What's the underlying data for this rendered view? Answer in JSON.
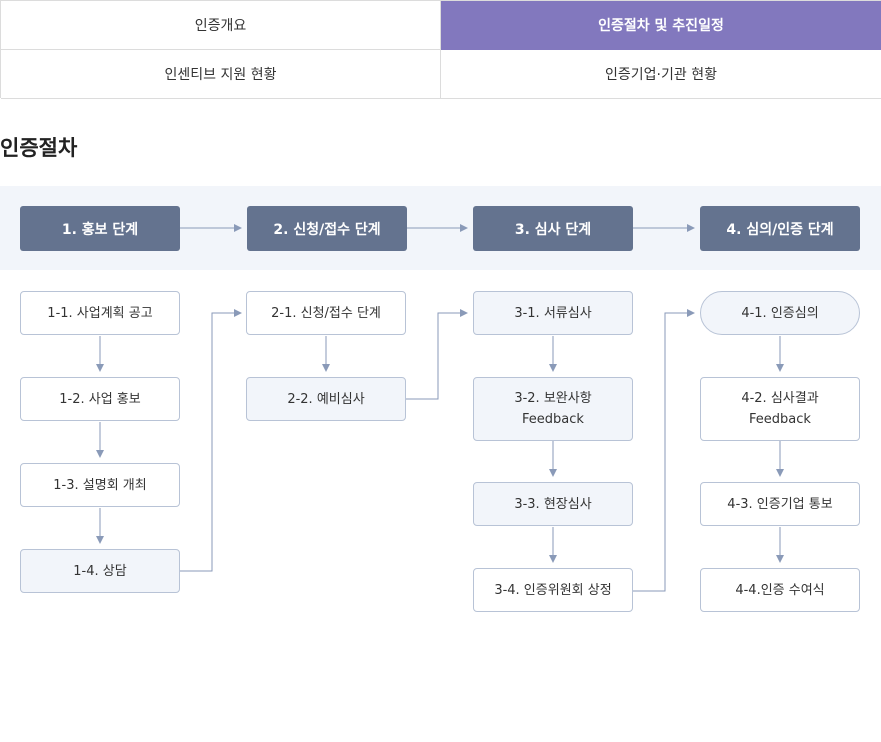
{
  "tabs": [
    {
      "label": "인증개요",
      "active": false
    },
    {
      "label": "인증절차 및 추진일정",
      "active": true
    },
    {
      "label": "인센티브 지원 현황",
      "active": false
    },
    {
      "label": "인증기업·기관 현황",
      "active": false
    }
  ],
  "section_title": "인증절차",
  "stages": [
    "1. 홍보 단계",
    "2. 신청/접수 단계",
    "3. 심사 단계",
    "4. 심의/인증 단계"
  ],
  "steps": {
    "s1_1": "1-1. 사업계획 공고",
    "s1_2": "1-2. 사업 홍보",
    "s1_3": "1-3. 설명회 개최",
    "s1_4": "1-4. 상담",
    "s2_1": "2-1. 신청/접수 단계",
    "s2_2": "2-2. 예비심사",
    "s3_1": "3-1. 서류심사",
    "s3_2": {
      "line1": "3-2. 보완사항",
      "line2": "Feedback"
    },
    "s3_3": "3-3. 현장심사",
    "s3_4": "3-4. 인증위원회 상정",
    "s4_1": "4-1. 인증심의",
    "s4_2": {
      "line1": "4-2. 심사결과",
      "line2": "Feedback"
    },
    "s4_3": "4-3. 인증기업 통보",
    "s4_4": "4-4.인증 수여식"
  },
  "colors": {
    "active_tab": "#8278be",
    "stage_box": "#64738f",
    "stage_band": "#f2f5fa",
    "step_border": "#b8c3d6",
    "arrow": "#8a9ab8"
  }
}
